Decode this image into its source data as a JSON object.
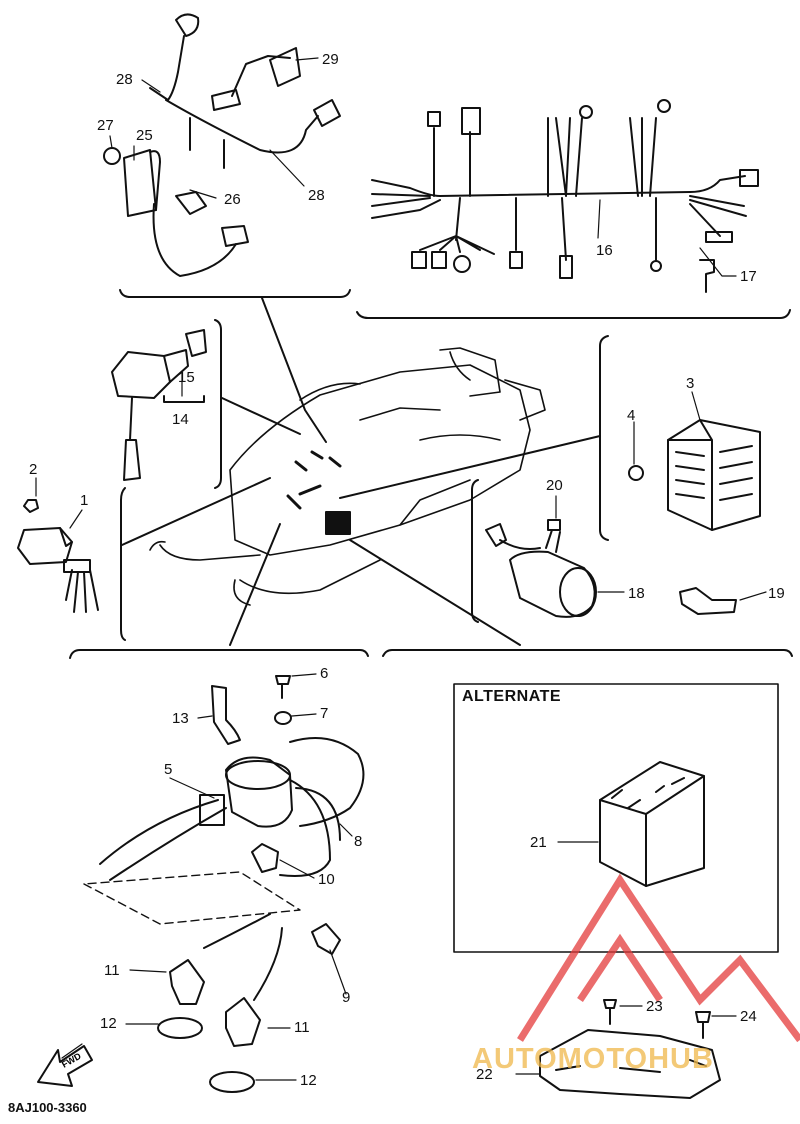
{
  "diagram": {
    "part_labels": {
      "p1": "1",
      "p2": "2",
      "p3": "3",
      "p4": "4",
      "p5": "5",
      "p6": "6",
      "p7": "7",
      "p8": "8",
      "p9": "9",
      "p10": "10",
      "p11a": "11",
      "p11b": "11",
      "p12a": "12",
      "p12b": "12",
      "p13": "13",
      "p14": "14",
      "p15": "15",
      "p16": "16",
      "p17": "17",
      "p18": "18",
      "p19": "19",
      "p20": "20",
      "p21": "21",
      "p22": "22",
      "p23": "23",
      "p24": "24",
      "p25": "25",
      "p26": "26",
      "p27": "27",
      "p28a": "28",
      "p28b": "28",
      "p29": "29"
    },
    "alternate_label": "ALTERNATE",
    "diagram_code": "8AJ100-3360",
    "arrow_icon_text": "FWD"
  },
  "watermark": {
    "text": "AUTOMOTOHUB",
    "colors": {
      "triangle": "#e43b3b",
      "text": "#f0b84a"
    }
  }
}
